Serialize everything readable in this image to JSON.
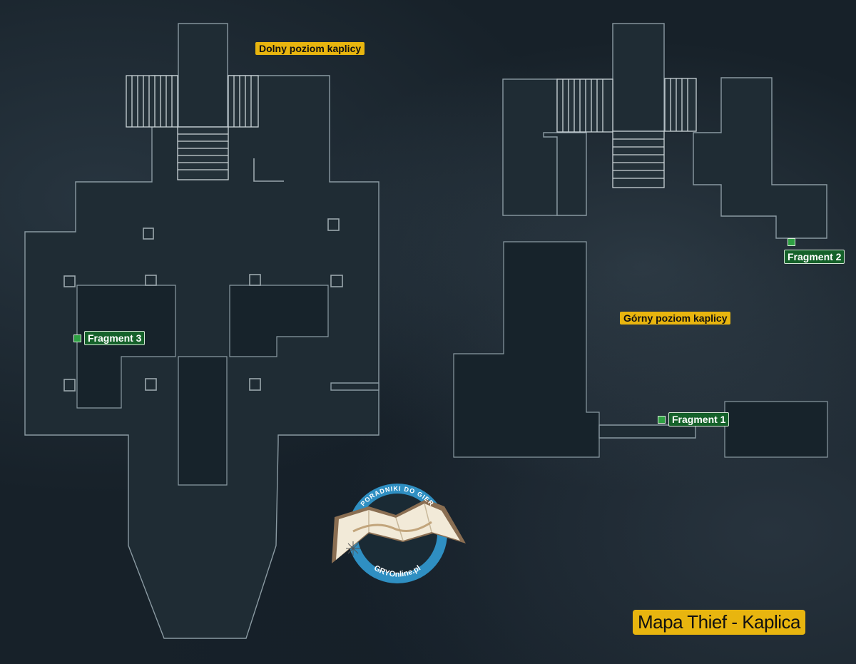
{
  "labels": {
    "lower_level": "Dolny poziom kaplicy",
    "upper_level": "Górny poziom kaplicy",
    "map_title": "Mapa Thief - Kaplica"
  },
  "fragments": [
    {
      "label": "Fragment 1"
    },
    {
      "label": "Fragment 2"
    },
    {
      "label": "Fragment 3"
    }
  ],
  "logo": {
    "top_text": "PORADNIKI DO GIER",
    "bottom_text": "GRYOnline.pl"
  },
  "colors": {
    "label_yellow": "#e8b50f",
    "fragment_green": "#15612a",
    "marker_green": "#2ea043",
    "logo_blue": "#2f8fc2"
  }
}
